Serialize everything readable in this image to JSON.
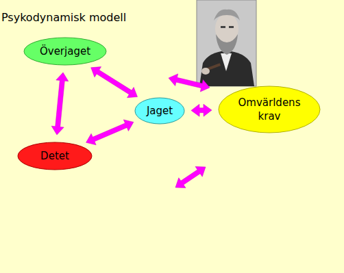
{
  "diagram": {
    "title": "Psykodynamisk modell",
    "nodes": [
      {
        "text": [
          "Överjaget"
        ]
      },
      {
        "text": [
          "Detet"
        ]
      },
      {
        "text": [
          "Jaget"
        ]
      },
      {
        "text": [
          "Omvärldens krav"
        ]
      }
    ],
    "edges": [
      {
        "from": 0,
        "to": 1,
        "arrow": "both"
      },
      {
        "from": 0,
        "to": 2,
        "arrow": "both"
      },
      {
        "from": 1,
        "to": 2,
        "arrow": "both"
      },
      {
        "from": 2,
        "to": 3,
        "arrow": "both"
      }
    ]
  }
}
